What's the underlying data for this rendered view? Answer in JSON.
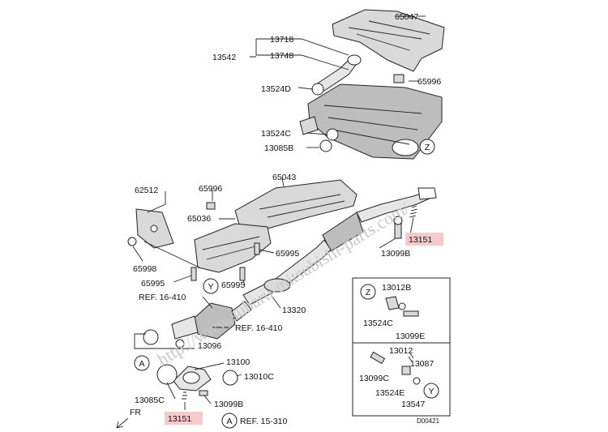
{
  "labels": {
    "p65047": "65047",
    "p13718": "13718",
    "p13542": "13542",
    "p13748": "13748",
    "p13524D": "13524D",
    "p65996a": "65996",
    "p13524C": "13524C",
    "p13085B": "13085B",
    "p62512": "62512",
    "p65996b": "65996",
    "p65043": "65043",
    "p65036": "65036",
    "p65995a": "65995",
    "p65998": "65998",
    "p65995b": "65995",
    "p65995c": "65995",
    "p13151a": "13151",
    "p13099B": "13099B",
    "ref16a": "REF. 16-410",
    "ref16b": "REF. 16-410",
    "p13320": "13320",
    "p13096": "13096",
    "p13100": "13100",
    "p13010C": "13010C",
    "p13085C": "13085C",
    "p13099B2": "13099B",
    "p13151b": "13151",
    "ref15": "REF. 15-310",
    "fr": "FR",
    "p13012B": "13012B",
    "p13524Cb": "13524C",
    "p13099E": "13099E",
    "p13012": "13012",
    "p13087": "13087",
    "p13099C": "13099C",
    "p13524E": "13524E",
    "p13547": "13547",
    "diagram_id": "D00421"
  },
  "markers": {
    "z": "Z",
    "y": "Y",
    "a": "A"
  },
  "watermark": "http://www.subaru-mitsubishi-parts.com/",
  "highlight_color": "#f6c9cb"
}
